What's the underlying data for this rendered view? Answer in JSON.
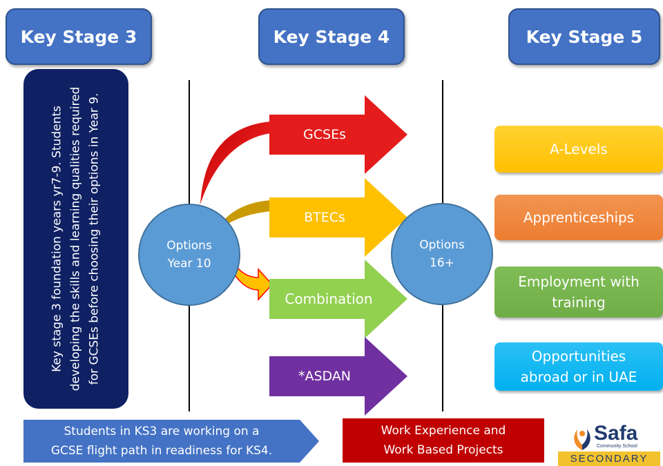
{
  "stages": [
    {
      "label": "Key Stage 3"
    },
    {
      "label": "Key Stage 4"
    },
    {
      "label": "Key Stage 5"
    }
  ],
  "ks3_description": "Key stage 3 foundation years yr7-9. Students developing the skills and learning qualities required for GCSEs before choosing their options in Year 9.",
  "options_year10": {
    "line1": "Options",
    "line2": "Year 10"
  },
  "options_16": {
    "line1": "Options",
    "line2": "16+"
  },
  "pathways": [
    {
      "label": "GCSEs",
      "color": "#e41c1c"
    },
    {
      "label": "BTECs",
      "color": "#ffc000"
    },
    {
      "label": "Combination",
      "color": "#92d050"
    },
    {
      "label": "*ASDAN",
      "color": "#7030a0"
    }
  ],
  "outcomes": [
    {
      "label": "A-Levels",
      "color": "#ffc000"
    },
    {
      "label": "Apprenticeships",
      "color": "#ed7d31"
    },
    {
      "label_line1": "Employment with",
      "label_line2": "training",
      "color": "#70ad47"
    },
    {
      "label_line1": "Opportunities",
      "label_line2": "abroad or in UAE",
      "color": "#00b0f0"
    }
  ],
  "ks3_note": {
    "line1": "Students in KS3 are working on a",
    "line2": "GCSE flight path in readiness for KS4."
  },
  "work_note": {
    "line1": "Work Experience and",
    "line2": "Work Based Projects"
  },
  "logo": {
    "name": "Safa",
    "sub": "Community School",
    "banner": "SECONDARY"
  }
}
